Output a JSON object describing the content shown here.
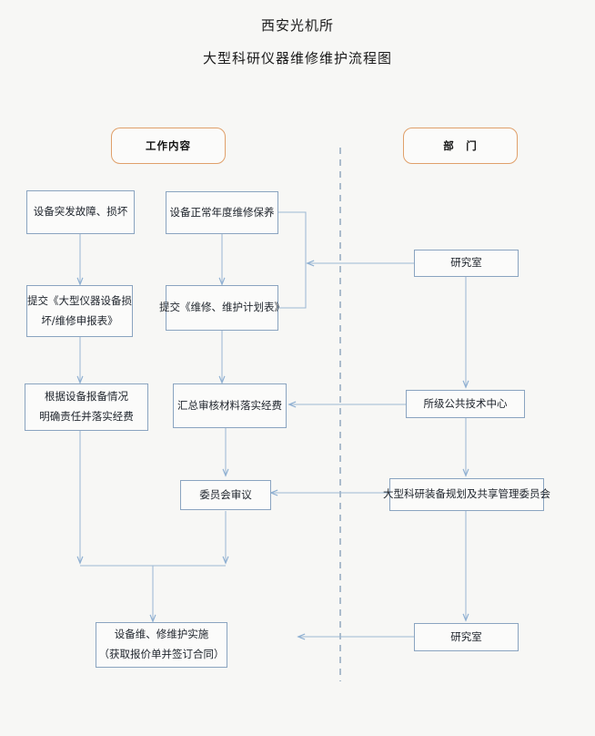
{
  "page": {
    "title_line1": "西安光机所",
    "title_line2": "大型科研仪器维修维护流程图",
    "bg_color": "#f7f7f5",
    "box_border_color": "#8aa4c0",
    "header_border_color": "#e0a06a",
    "connector_color": "#9db8d4"
  },
  "headers": [
    {
      "id": "work-content",
      "label": "工作内容"
    },
    {
      "id": "department",
      "label": "部　门"
    }
  ],
  "left_column": {
    "nodes": [
      {
        "id": "equipment-failure",
        "lines": [
          "设备突发故障、损坏"
        ]
      },
      {
        "id": "submit-damage-form",
        "lines": [
          "提交《大型仪器设备损",
          "坏/维修申报表》"
        ]
      },
      {
        "id": "confirm-responsibility",
        "lines": [
          "根据设备报备情况",
          "明确责任并落实经费"
        ]
      }
    ]
  },
  "middle_column": {
    "nodes": [
      {
        "id": "annual-maintenance",
        "lines": [
          "设备正常年度维修保养"
        ]
      },
      {
        "id": "submit-plan-form",
        "lines": [
          "提交《维修、维护计划表》"
        ]
      },
      {
        "id": "review-materials-funds",
        "lines": [
          "汇总审核材料落实经费"
        ]
      },
      {
        "id": "committee-review",
        "lines": [
          "委员会审议"
        ]
      }
    ]
  },
  "bottom": {
    "node": {
      "id": "implementation",
      "lines": [
        "设备维、修维护实施",
        "（获取报价单并签订合同）"
      ]
    }
  },
  "right_column": {
    "nodes": [
      {
        "id": "research-lab-top",
        "lines": [
          "研究室"
        ]
      },
      {
        "id": "public-tech-center",
        "lines": [
          "所级公共技术中心"
        ]
      },
      {
        "id": "equipment-committee",
        "lines": [
          "大型科研装备规划及共享管理委员会"
        ]
      },
      {
        "id": "research-lab-bottom",
        "lines": [
          "研究室"
        ]
      }
    ]
  },
  "divider": {
    "id": "column-divider",
    "style": "dashed-vertical"
  },
  "chart_data": {
    "type": "diagram",
    "title": "大型科研仪器维修维护流程图",
    "swimlanes": [
      "工作内容",
      "部　门"
    ],
    "nodes": [
      "设备突发故障、损坏",
      "设备正常年度维修保养",
      "提交《大型仪器设备损坏/维修申报表》",
      "提交《维修、维护计划表》",
      "根据设备报备情况明确责任并落实经费",
      "汇总审核材料落实经费",
      "委员会审议",
      "设备维、修维护实施（获取报价单并签订合同）",
      "研究室",
      "所级公共技术中心",
      "大型科研装备规划及共享管理委员会",
      "研究室"
    ],
    "edges": [
      {
        "from": "设备突发故障、损坏",
        "to": "提交《大型仪器设备损坏/维修申报表》"
      },
      {
        "from": "提交《大型仪器设备损坏/维修申报表》",
        "to": "根据设备报备情况明确责任并落实经费"
      },
      {
        "from": "设备正常年度维修保养",
        "to": "提交《维修、维护计划表》"
      },
      {
        "from": "提交《维修、维护计划表》",
        "to": "汇总审核材料落实经费"
      },
      {
        "from": "汇总审核材料落实经费",
        "to": "委员会审议"
      },
      {
        "from": "研究室",
        "to": "设备正常年度维修保养 / 提交《维修、维护计划表》"
      },
      {
        "from": "所级公共技术中心",
        "to": "汇总审核材料落实经费"
      },
      {
        "from": "大型科研装备规划及共享管理委员会",
        "to": "委员会审议"
      },
      {
        "from": "研究室",
        "to": "设备维、修维护实施（获取报价单并签订合同）"
      },
      {
        "from": "根据设备报备情况明确责任并落实经费",
        "to": "设备维、修维护实施（获取报价单并签订合同）"
      },
      {
        "from": "委员会审议",
        "to": "设备维、修维护实施（获取报价单并签订合同）"
      },
      {
        "from": "研究室",
        "to": "所级公共技术中心"
      },
      {
        "from": "所级公共技术中心",
        "to": "大型科研装备规划及共享管理委员会"
      },
      {
        "from": "大型科研装备规划及共享管理委员会",
        "to": "研究室"
      }
    ]
  }
}
